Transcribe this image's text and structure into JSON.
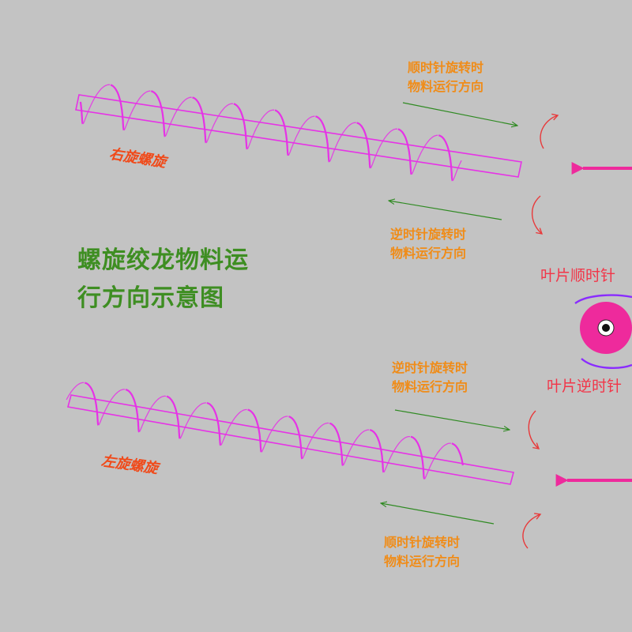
{
  "title": {
    "line1": "螺旋绞龙物料运",
    "line2": "行方向示意图"
  },
  "top_screw": {
    "name": "右旋螺旋",
    "cw_note": {
      "line1": "顺时针旋转时",
      "line2": "物料运行方向"
    },
    "ccw_note": {
      "line1": "逆时针旋转时",
      "line2": "物料运行方向"
    }
  },
  "bottom_screw": {
    "name": "左旋螺旋",
    "ccw_note": {
      "line1": "逆时针旋转时",
      "line2": "物料运行方向"
    },
    "cw_note": {
      "line1": "顺时针旋转时",
      "line2": "物料运行方向"
    }
  },
  "end_view": {
    "cw_label": "叶片顺时针",
    "ccw_label": "叶片逆时针"
  },
  "colors": {
    "background": "#c3c3c3",
    "screw": "#e632e6",
    "material_arrow": "#2f8a22",
    "rotation_arrow": "#e8393a",
    "note_text": "#f08c18",
    "screw_name": "#f04a1a",
    "title": "#3e8e22",
    "end_view": "#ee2a9c"
  }
}
